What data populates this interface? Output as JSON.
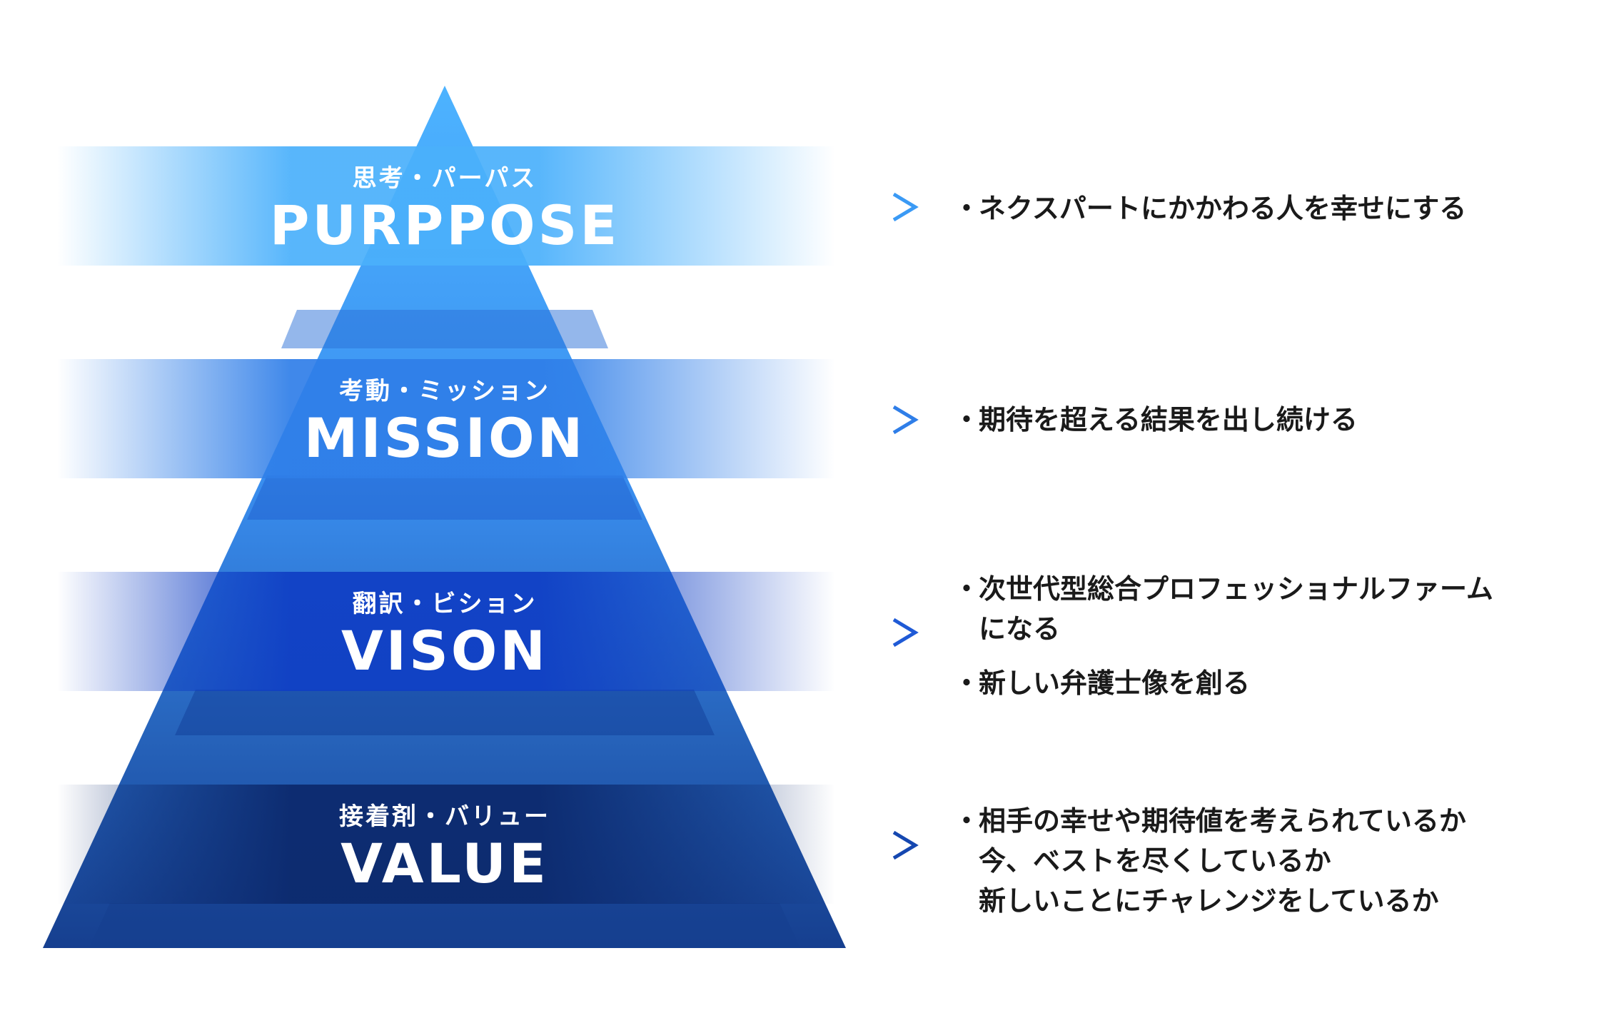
{
  "colors": {
    "apex": "#4db3ff",
    "base": "#163f8f",
    "purpose_band": "#4ab0fb",
    "mission_band": "#2f7ee8",
    "vision_band": "#0f3ec4",
    "value_band": "#0c2a6e",
    "arrow": "#3a8df0",
    "text": "#1a1a1a"
  },
  "levels": [
    {
      "id": "purpose",
      "sub_label": "思考・パーパス",
      "title": "PURPPOSE",
      "arrow_icon": "arrow-right-icon",
      "descriptions": [
        {
          "bullet": "・",
          "lines": [
            "ネクスパートにかかわる人を幸せにする"
          ]
        }
      ]
    },
    {
      "id": "mission",
      "sub_label": "考動・ミッション",
      "title": "MISSION",
      "arrow_icon": "arrow-right-icon",
      "descriptions": [
        {
          "bullet": "・",
          "lines": [
            "期待を超える結果を出し続ける"
          ]
        }
      ]
    },
    {
      "id": "vision",
      "sub_label": "翻訳・ビション",
      "title": "VISON",
      "arrow_icon": "arrow-right-icon",
      "descriptions": [
        {
          "bullet": "・",
          "lines": [
            "次世代型総合プロフェッショナルファーム",
            "になる"
          ]
        },
        {
          "bullet": "・",
          "lines": [
            "新しい弁護士像を創る"
          ]
        }
      ]
    },
    {
      "id": "value",
      "sub_label": "接着剤・バリュー",
      "title": "VALUE",
      "arrow_icon": "arrow-right-icon",
      "descriptions": [
        {
          "bullet": "・",
          "lines": [
            "相手の幸せや期待値を考えられているか",
            "今、ベストを尽くしているか",
            "新しいことにチャレンジをしているか"
          ]
        }
      ]
    }
  ]
}
